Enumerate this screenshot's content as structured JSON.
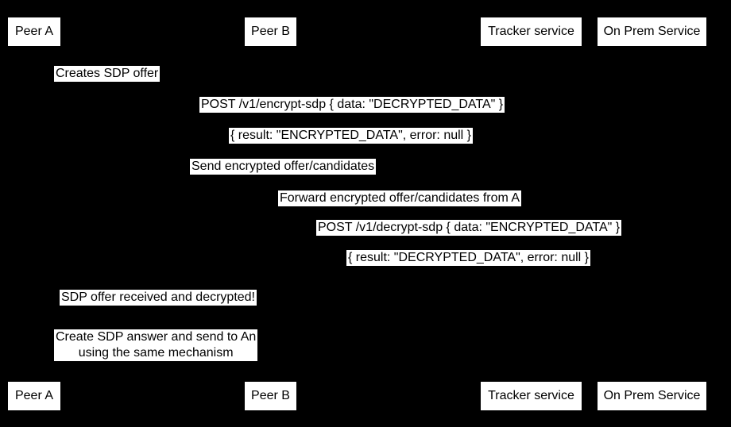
{
  "diagram": {
    "kind": "sequence-diagram",
    "background_color": "#000000",
    "label_background": "#ffffff",
    "text_color": "#000000",
    "participants": [
      {
        "label": "Peer A"
      },
      {
        "label": "Peer B"
      },
      {
        "label": "Tracker service"
      },
      {
        "label": "On Prem Service"
      }
    ],
    "messages": [
      {
        "text": "Creates SDP offer"
      },
      {
        "text": "POST /v1/encrypt-sdp { data: \"DECRYPTED_DATA\" }"
      },
      {
        "text": "{ result: \"ENCRYPTED_DATA\", error: null }"
      },
      {
        "text": "Send encrypted offer/candidates"
      },
      {
        "text": "Forward encrypted offer/candidates from A"
      },
      {
        "text": "POST /v1/decrypt-sdp { data: \"ENCRYPTED_DATA\" }"
      },
      {
        "text": "{ result: \"DECRYPTED_DATA\", error: null }"
      },
      {
        "text": "SDP offer received and decrypted!"
      },
      {
        "text": "Create SDP answer and send to An\nusing the same mechanism"
      }
    ]
  }
}
